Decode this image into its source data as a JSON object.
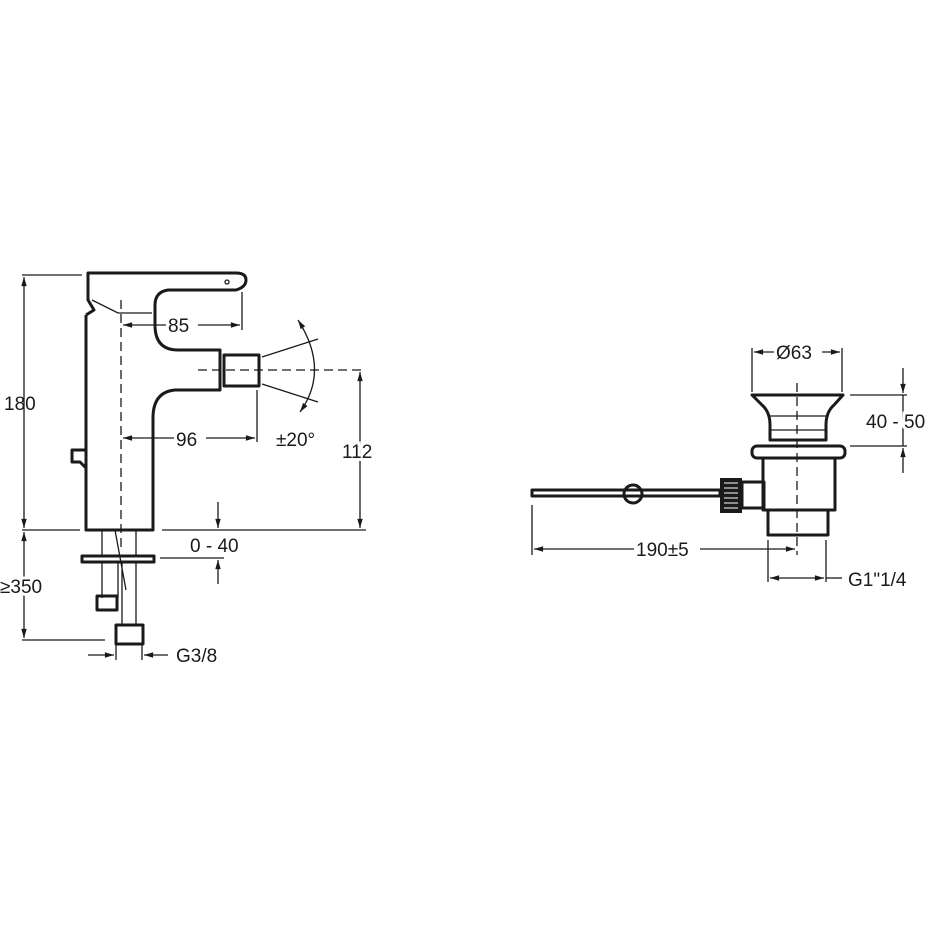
{
  "drawing": {
    "faucet": {
      "dim_height": "180",
      "dim_handle_reach": "85",
      "dim_spout_reach": "96",
      "dim_spout_height": "112",
      "dim_swivel": "±20°",
      "dim_deck_thickness": "0 - 40",
      "dim_hose_length": "≥350",
      "dim_connection": "G3/8"
    },
    "drain": {
      "dim_diameter": "Ø63",
      "dim_flange_height": "40 - 50",
      "dim_rod_length": "190±5",
      "dim_thread": "G1\"1/4"
    }
  }
}
